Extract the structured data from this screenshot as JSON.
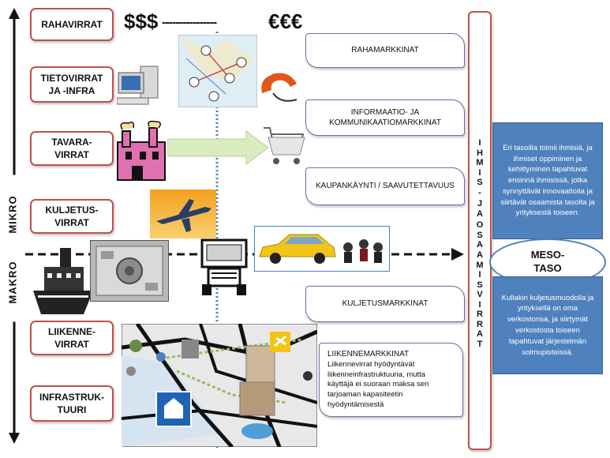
{
  "categories": [
    {
      "label": "RAHAVIRRAT"
    },
    {
      "label": "TIETOVIRRAT\nJA -INFRA"
    },
    {
      "label": "TAVARA-\nVIRRAT"
    },
    {
      "label": "KULJETUS-\nVIRRAT"
    },
    {
      "label": "LIIKENNE-\nVIRRAT"
    },
    {
      "label": "INFRASTRUK-\nTUURI"
    }
  ],
  "axis": {
    "makro": "MAKRO",
    "mikro": "MIKRO"
  },
  "money": {
    "left": "$$$",
    "dashes": "----------------",
    "right": "€€€"
  },
  "markets": [
    {
      "label": "RAHAMARKKINAT"
    },
    {
      "label": "INFORMAATIO- JA\nKOMMUNIKAATIOMARKKINAT"
    },
    {
      "label": "KAUPANKÄYNTI / SAAVUTETTAVUUS"
    },
    {
      "label": "KULJETUSMARKKINAT"
    }
  ],
  "liikenne": {
    "title": "LIIKENNEMARKKINAT",
    "text": "Liikennevirrat hyödyntävät\nliikenneinfrastruktuuria, mutta\nkäyttäjä ei suoraan maksa sen\ntarjoaman kapasiteetin\nhyödyntämisestä"
  },
  "vertical_label": "IHMIS- JA OSAAMISVIRRAT",
  "vertical_chars": [
    "I",
    "H",
    "M",
    "I",
    "S",
    "-",
    "J",
    "A",
    "O",
    "S",
    "A",
    "A",
    "M",
    "I",
    "S",
    "V",
    "I",
    "R",
    "R",
    "A",
    "T"
  ],
  "info_top": "Eri tasoilla toimii ihmisiä, ja ihmiset oppiminen ja kehittyminen tapahtuvat ensinnä ihmisissä, jotka synnyttävät innovaatioita ja siirtävät osaamista tasolta ja yrityksestä toiseen.",
  "meso": "MESO-\nTASO",
  "info_bottom": "Kullakin kuljetusmuodolla ja yrityksellä on oma verkostonsa, ja siirtymät verkostosta toiseen tapahtuvat järjestelmän solmupisteissä.",
  "colors": {
    "category_border": "#c0504d",
    "market_border": "#8064a2",
    "info_blue": "#4f81bd",
    "center_line": "#4f81bd"
  }
}
